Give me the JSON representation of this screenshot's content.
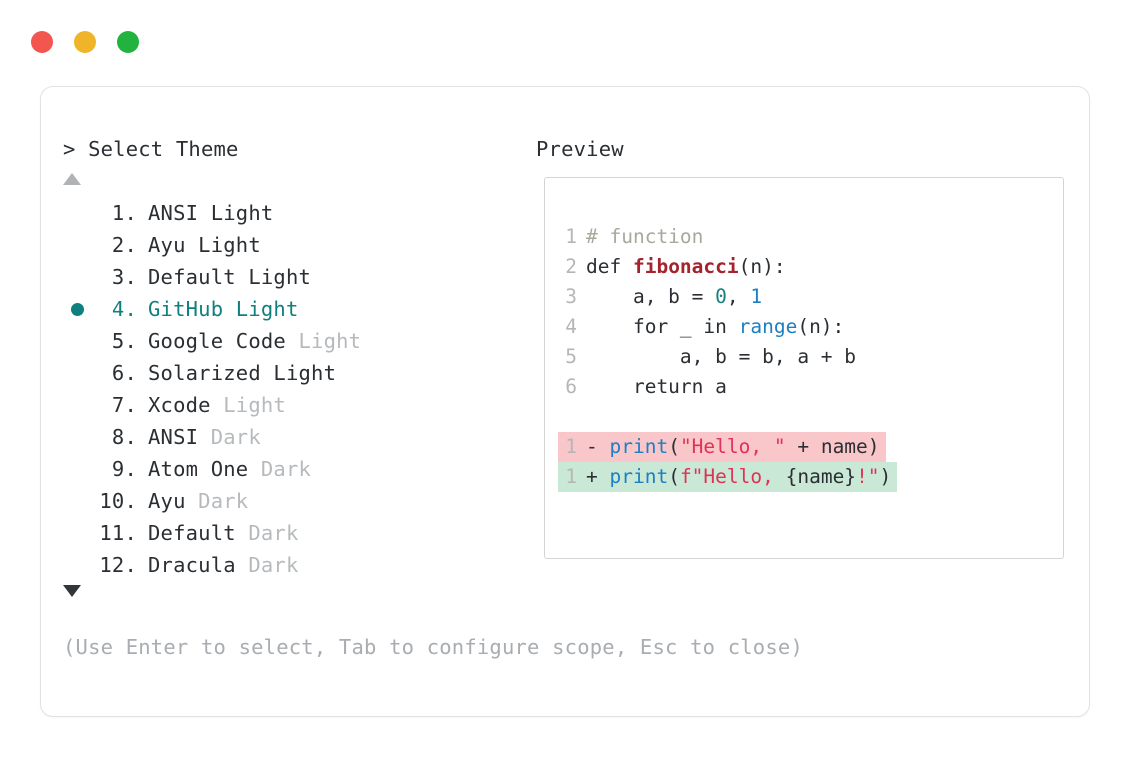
{
  "window": {
    "traffic_lights": [
      {
        "name": "close",
        "color": "#f2564f"
      },
      {
        "name": "minimize",
        "color": "#f0b429"
      },
      {
        "name": "maximize",
        "color": "#22b33f"
      }
    ]
  },
  "panel": {
    "prompt_symbol": ">",
    "select_heading": "> Select Theme",
    "preview_heading": "Preview",
    "scroll_up_icon": "triangle-up",
    "scroll_down_icon": "triangle-down",
    "hint": "(Use Enter to select, Tab to configure scope, Esc to close)"
  },
  "theme_list": {
    "selected_index": 4,
    "selected_color": "#10807e",
    "items": [
      {
        "index": "1.",
        "name": "ANSI",
        "variant": "Light",
        "variant_strong": true,
        "selected": false
      },
      {
        "index": "2.",
        "name": "Ayu",
        "variant": "Light",
        "variant_strong": true,
        "selected": false
      },
      {
        "index": "3.",
        "name": "Default",
        "variant": "Light",
        "variant_strong": true,
        "selected": false
      },
      {
        "index": "4.",
        "name": "GitHub",
        "variant": "Light",
        "variant_strong": true,
        "selected": true
      },
      {
        "index": "5.",
        "name": "Google Code",
        "variant": "Light",
        "variant_strong": false,
        "selected": false
      },
      {
        "index": "6.",
        "name": "Solarized",
        "variant": "Light",
        "variant_strong": true,
        "selected": false
      },
      {
        "index": "7.",
        "name": "Xcode",
        "variant": "Light",
        "variant_strong": false,
        "selected": false
      },
      {
        "index": "8.",
        "name": "ANSI",
        "variant": "Dark",
        "variant_strong": false,
        "selected": false
      },
      {
        "index": "9.",
        "name": "Atom One",
        "variant": "Dark",
        "variant_strong": false,
        "selected": false
      },
      {
        "index": "10.",
        "name": "Ayu",
        "variant": "Dark",
        "variant_strong": false,
        "selected": false
      },
      {
        "index": "11.",
        "name": "Default",
        "variant": "Dark",
        "variant_strong": false,
        "selected": false
      },
      {
        "index": "12.",
        "name": "Dracula",
        "variant": "Dark",
        "variant_strong": false,
        "selected": false
      }
    ]
  },
  "preview": {
    "language": "python",
    "code_lines": [
      {
        "ln": "1",
        "tokens": [
          {
            "t": "# function",
            "c": "comment"
          }
        ]
      },
      {
        "ln": "2",
        "tokens": [
          {
            "t": "def ",
            "c": "kw"
          },
          {
            "t": "fibonacci",
            "c": "fn"
          },
          {
            "t": "(n):",
            "c": "plain"
          }
        ]
      },
      {
        "ln": "3",
        "tokens": [
          {
            "t": "    a, b = ",
            "c": "plain"
          },
          {
            "t": "0",
            "c": "num-t"
          },
          {
            "t": ", ",
            "c": "plain"
          },
          {
            "t": "1",
            "c": "num-b"
          }
        ]
      },
      {
        "ln": "4",
        "tokens": [
          {
            "t": "    for _ in ",
            "c": "plain"
          },
          {
            "t": "range",
            "c": "builtin"
          },
          {
            "t": "(n):",
            "c": "plain"
          }
        ]
      },
      {
        "ln": "5",
        "tokens": [
          {
            "t": "        a, b = b, a + b",
            "c": "plain"
          }
        ]
      },
      {
        "ln": "6",
        "tokens": [
          {
            "t": "    return a",
            "c": "plain"
          }
        ]
      }
    ],
    "diff_lines": [
      {
        "ln": "1",
        "sign": "-",
        "kind": "del",
        "bg": "#f9c6ca",
        "tokens": [
          {
            "t": "print",
            "c": "call"
          },
          {
            "t": "(",
            "c": "plain"
          },
          {
            "t": "\"Hello, \"",
            "c": "str"
          },
          {
            "t": " + name)",
            "c": "plain"
          }
        ]
      },
      {
        "ln": "1",
        "sign": "+",
        "kind": "add",
        "bg": "#c9e8d6",
        "tokens": [
          {
            "t": "print",
            "c": "call"
          },
          {
            "t": "(",
            "c": "plain"
          },
          {
            "t": "f\"Hello, ",
            "c": "str"
          },
          {
            "t": "{name}",
            "c": "plain"
          },
          {
            "t": "!\"",
            "c": "str"
          },
          {
            "t": ")",
            "c": "plain"
          }
        ]
      }
    ]
  }
}
